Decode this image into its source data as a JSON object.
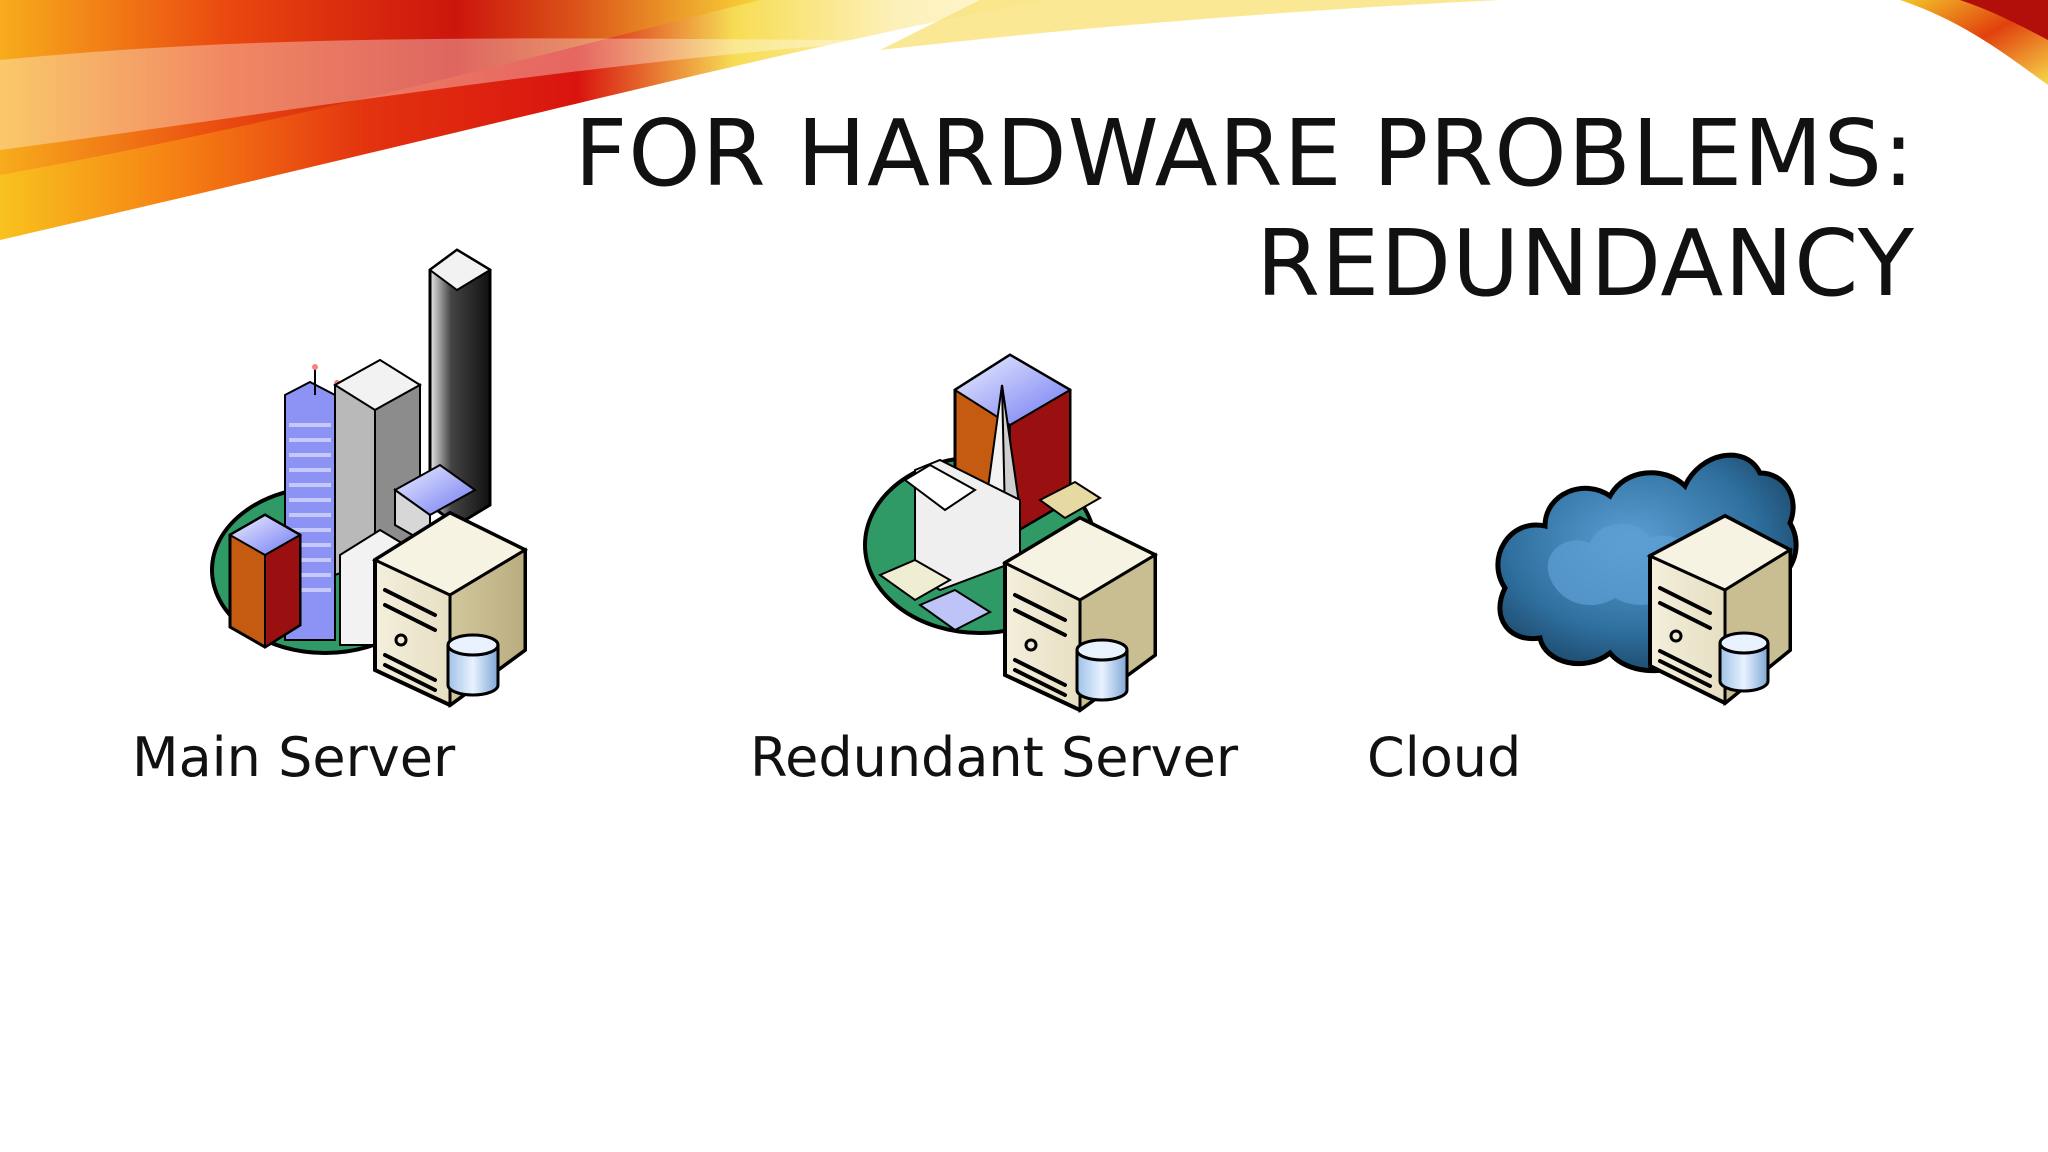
{
  "slide": {
    "title_line_1": "FOR HARDWARE PROBLEMS:",
    "title_line_2": "REDUNDANCY"
  },
  "figures": [
    {
      "label": "Main Server",
      "icon": "city-server-icon"
    },
    {
      "label": "Redundant Server",
      "icon": "town-server-icon"
    },
    {
      "label": "Cloud",
      "icon": "cloud-server-icon"
    }
  ],
  "colors": {
    "swoosh_red": "#d9140f",
    "swoosh_orange": "#f57c13",
    "swoosh_yellow": "#f8c21e",
    "ground_green": "#2f9a66",
    "cloud_blue": "#2e6f9e",
    "server_beige": "#eae3c6",
    "text": "#111111"
  }
}
